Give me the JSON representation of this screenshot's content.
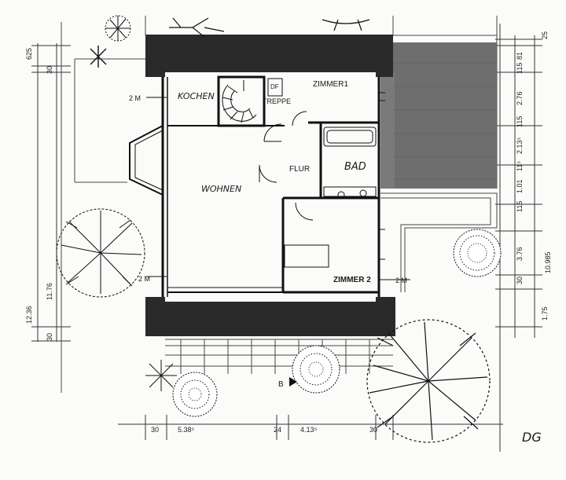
{
  "rooms": {
    "kochen": "KOCHEN",
    "treppe": "TREPPE",
    "df": "DF",
    "zimmer1": "ZIMMER1",
    "wohnen": "WOHNEN",
    "flur": "FLUR",
    "bad": "BAD",
    "zimmer2": "ZIMMER 2"
  },
  "markers": {
    "two_m_top": "2 M",
    "two_m_left": "2 M",
    "two_m_right": "2 M",
    "section_b": "B"
  },
  "dims_left": {
    "d625": "625",
    "d30a": "30",
    "d1236": "12.36",
    "d1176": "11.76",
    "d30b": "30"
  },
  "dims_right_outer": {
    "d25": "25",
    "d10985": "10.985",
    "d175": "1.75"
  },
  "dims_right_inner": {
    "d81": "81",
    "d115a": "115",
    "d276": "2.76",
    "d115b": "115",
    "d2135": "2.13⁵",
    "d115c": "11⁵",
    "d101": "1.01",
    "d115d": "115",
    "d376": "3.76",
    "d30": "30"
  },
  "dims_bottom": {
    "d30a": "30",
    "d538": "5.38⁵",
    "d24": "24",
    "d413": "4.13⁵",
    "d30b": "30"
  },
  "floor_tag": "DG"
}
